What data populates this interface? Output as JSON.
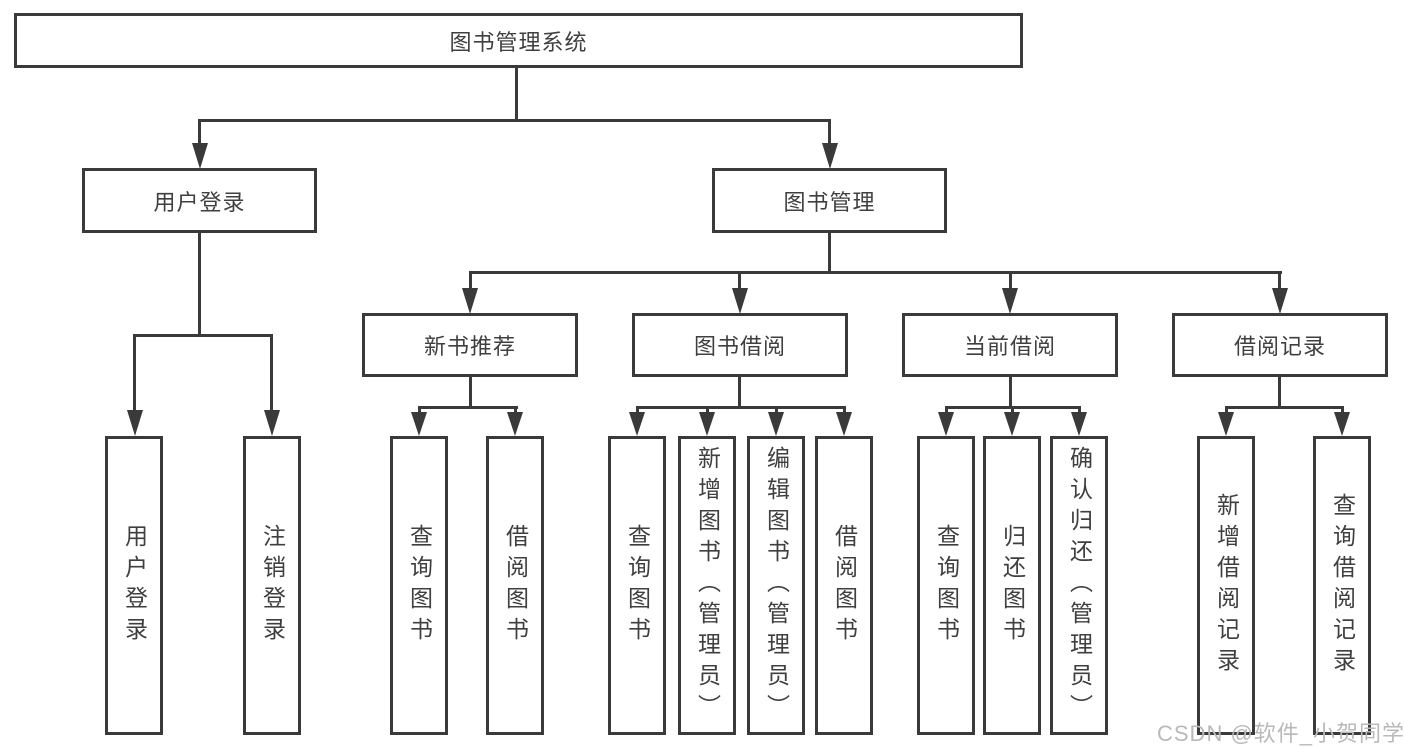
{
  "title": "图书管理系统",
  "level2": [
    "用户登录",
    "图书管理"
  ],
  "level3": [
    "新书推荐",
    "图书借阅",
    "当前借阅",
    "借阅记录"
  ],
  "leaf_groups": [
    [
      "用户登录",
      "注销登录"
    ],
    [
      "查询图书",
      "借阅图书"
    ],
    [
      "查询图书",
      "新增图书（管理员）",
      "编辑图书（管理员）",
      "借阅图书"
    ],
    [
      "查询图书",
      "归还图书",
      "确认归还（管理员）"
    ],
    [
      "新增借阅记录",
      "查询借阅记录"
    ]
  ],
  "watermark": "CSDN @软件_小贺同学",
  "colors": {
    "line": "#3a3a3a",
    "text": "#3f3f3f",
    "bg": "#ffffff",
    "watermark": "#b9b9b9"
  }
}
